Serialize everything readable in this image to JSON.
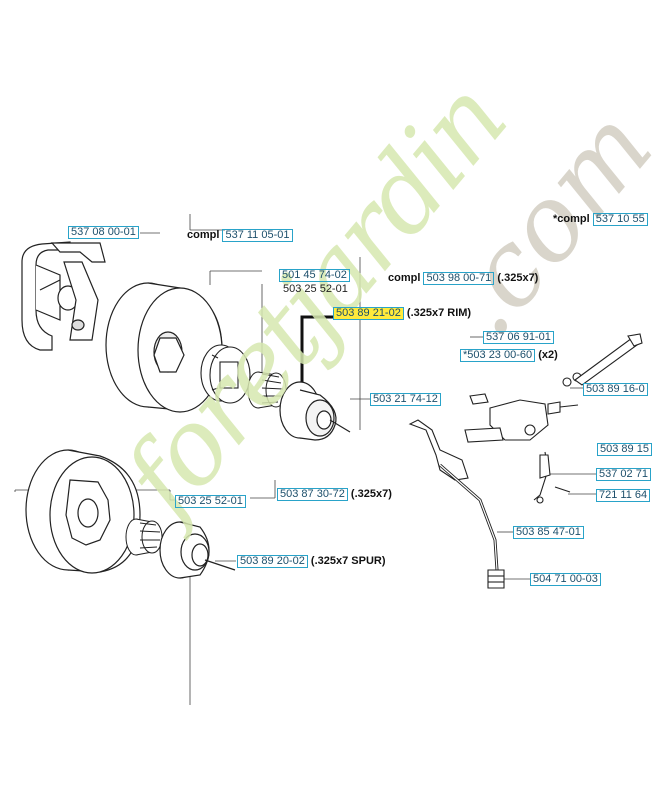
{
  "watermark": {
    "text_main": "foretjardin",
    "text_tld": ".com",
    "color_green": "#cfe3a3",
    "color_orange": "#f2c39a",
    "color_gray": "#c9c3b6"
  },
  "labels": {
    "p_537_08_00_01": "537 08 00-01",
    "compl_1": "compl",
    "p_537_11_05_01": "537 11 05-01",
    "compl_star": "*compl",
    "p_537_10_55": "537 10 55",
    "p_501_45_74_02": "501 45 74-02",
    "p_503_25_52_01_top": "503 25 52-01",
    "compl_2": "compl",
    "p_503_98_00_71": "503 98 00-71",
    "suffix_325x7": "(.325x7)",
    "p_503_89_21_02": "503 89 21-02",
    "suffix_rim": "(.325x7 RIM)",
    "p_537_06_91_01": "537 06 91-01",
    "p_503_23_00_60": "*503 23 00-60",
    "suffix_x2": "(x2)",
    "p_503_21_74_12": "503 21 74-12",
    "p_503_89_16_0": "503 89 16-0",
    "p_503_89_15": "503 89 15",
    "p_537_02_71": "537 02 71",
    "p_721_11_64": "721 11 64",
    "p_503_25_52_01_bot": "503 25 52-01",
    "p_503_87_30_72": "503 87 30-72",
    "suffix_325x7_b": "(.325x7)",
    "p_503_85_47_01": "503 85 47-01",
    "p_503_89_20_02": "503 89 20-02",
    "suffix_spur": "(.325x7 SPUR)",
    "p_504_71_00_03": "504 71 00-03"
  },
  "colors": {
    "line": "#333333",
    "highlight": "#ffeb3b",
    "pn_border": "#29a3c9"
  }
}
